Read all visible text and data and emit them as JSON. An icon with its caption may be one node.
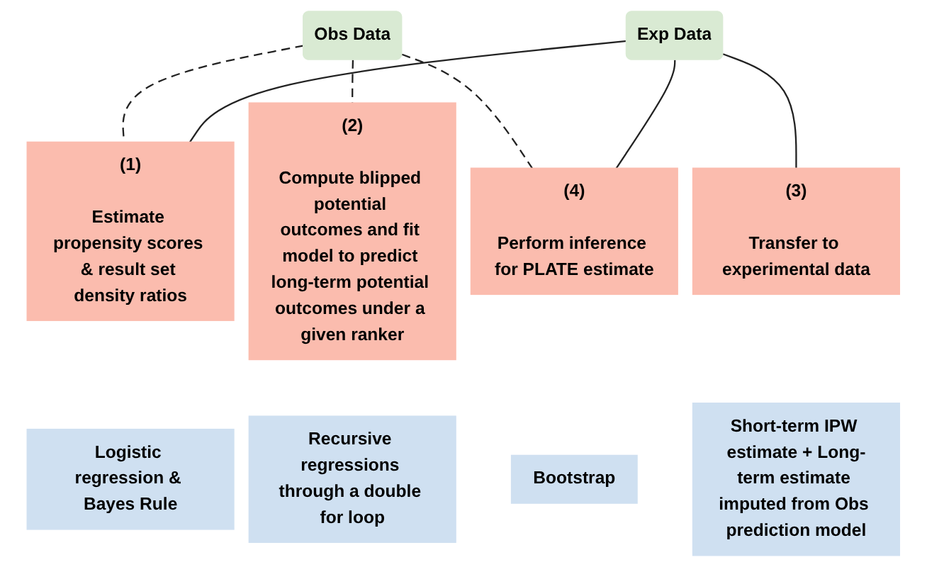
{
  "diagram": {
    "nodes": [
      {
        "text": [
          "Obs Data"
        ]
      },
      {
        "text": [
          "Exp Data"
        ]
      },
      {
        "text": [
          "(1)",
          "Estimate propensity scores & result set density ratios"
        ]
      },
      {
        "text": [
          "(2)",
          "Compute blipped potential outcomes and fit model to predict long-term potential outcomes under a given ranker"
        ]
      },
      {
        "text": [
          "(3)",
          "Transfer to experimental data"
        ]
      },
      {
        "text": [
          "(4)",
          "Perform inference for PLATE estimate"
        ]
      },
      {
        "text": [
          "Logistic regression & Bayes Rule"
        ]
      },
      {
        "text": [
          "Recursive regressions through a double for loop"
        ]
      },
      {
        "text": [
          "Short-term IPW estimate + Long-term estimate imputed from Obs prediction model"
        ]
      },
      {
        "text": [
          "Bootstrap"
        ]
      }
    ],
    "edges": [
      {
        "from": 0,
        "to": 2,
        "arrow": "none",
        "style": "dashed"
      },
      {
        "from": 0,
        "to": 3,
        "arrow": "none",
        "style": "dashed"
      },
      {
        "from": 0,
        "to": 5,
        "arrow": "none",
        "style": "dashed"
      },
      {
        "from": 1,
        "to": 2,
        "arrow": "none"
      },
      {
        "from": 1,
        "to": 4,
        "arrow": "none"
      },
      {
        "from": 1,
        "to": 5,
        "arrow": "none"
      }
    ]
  }
}
